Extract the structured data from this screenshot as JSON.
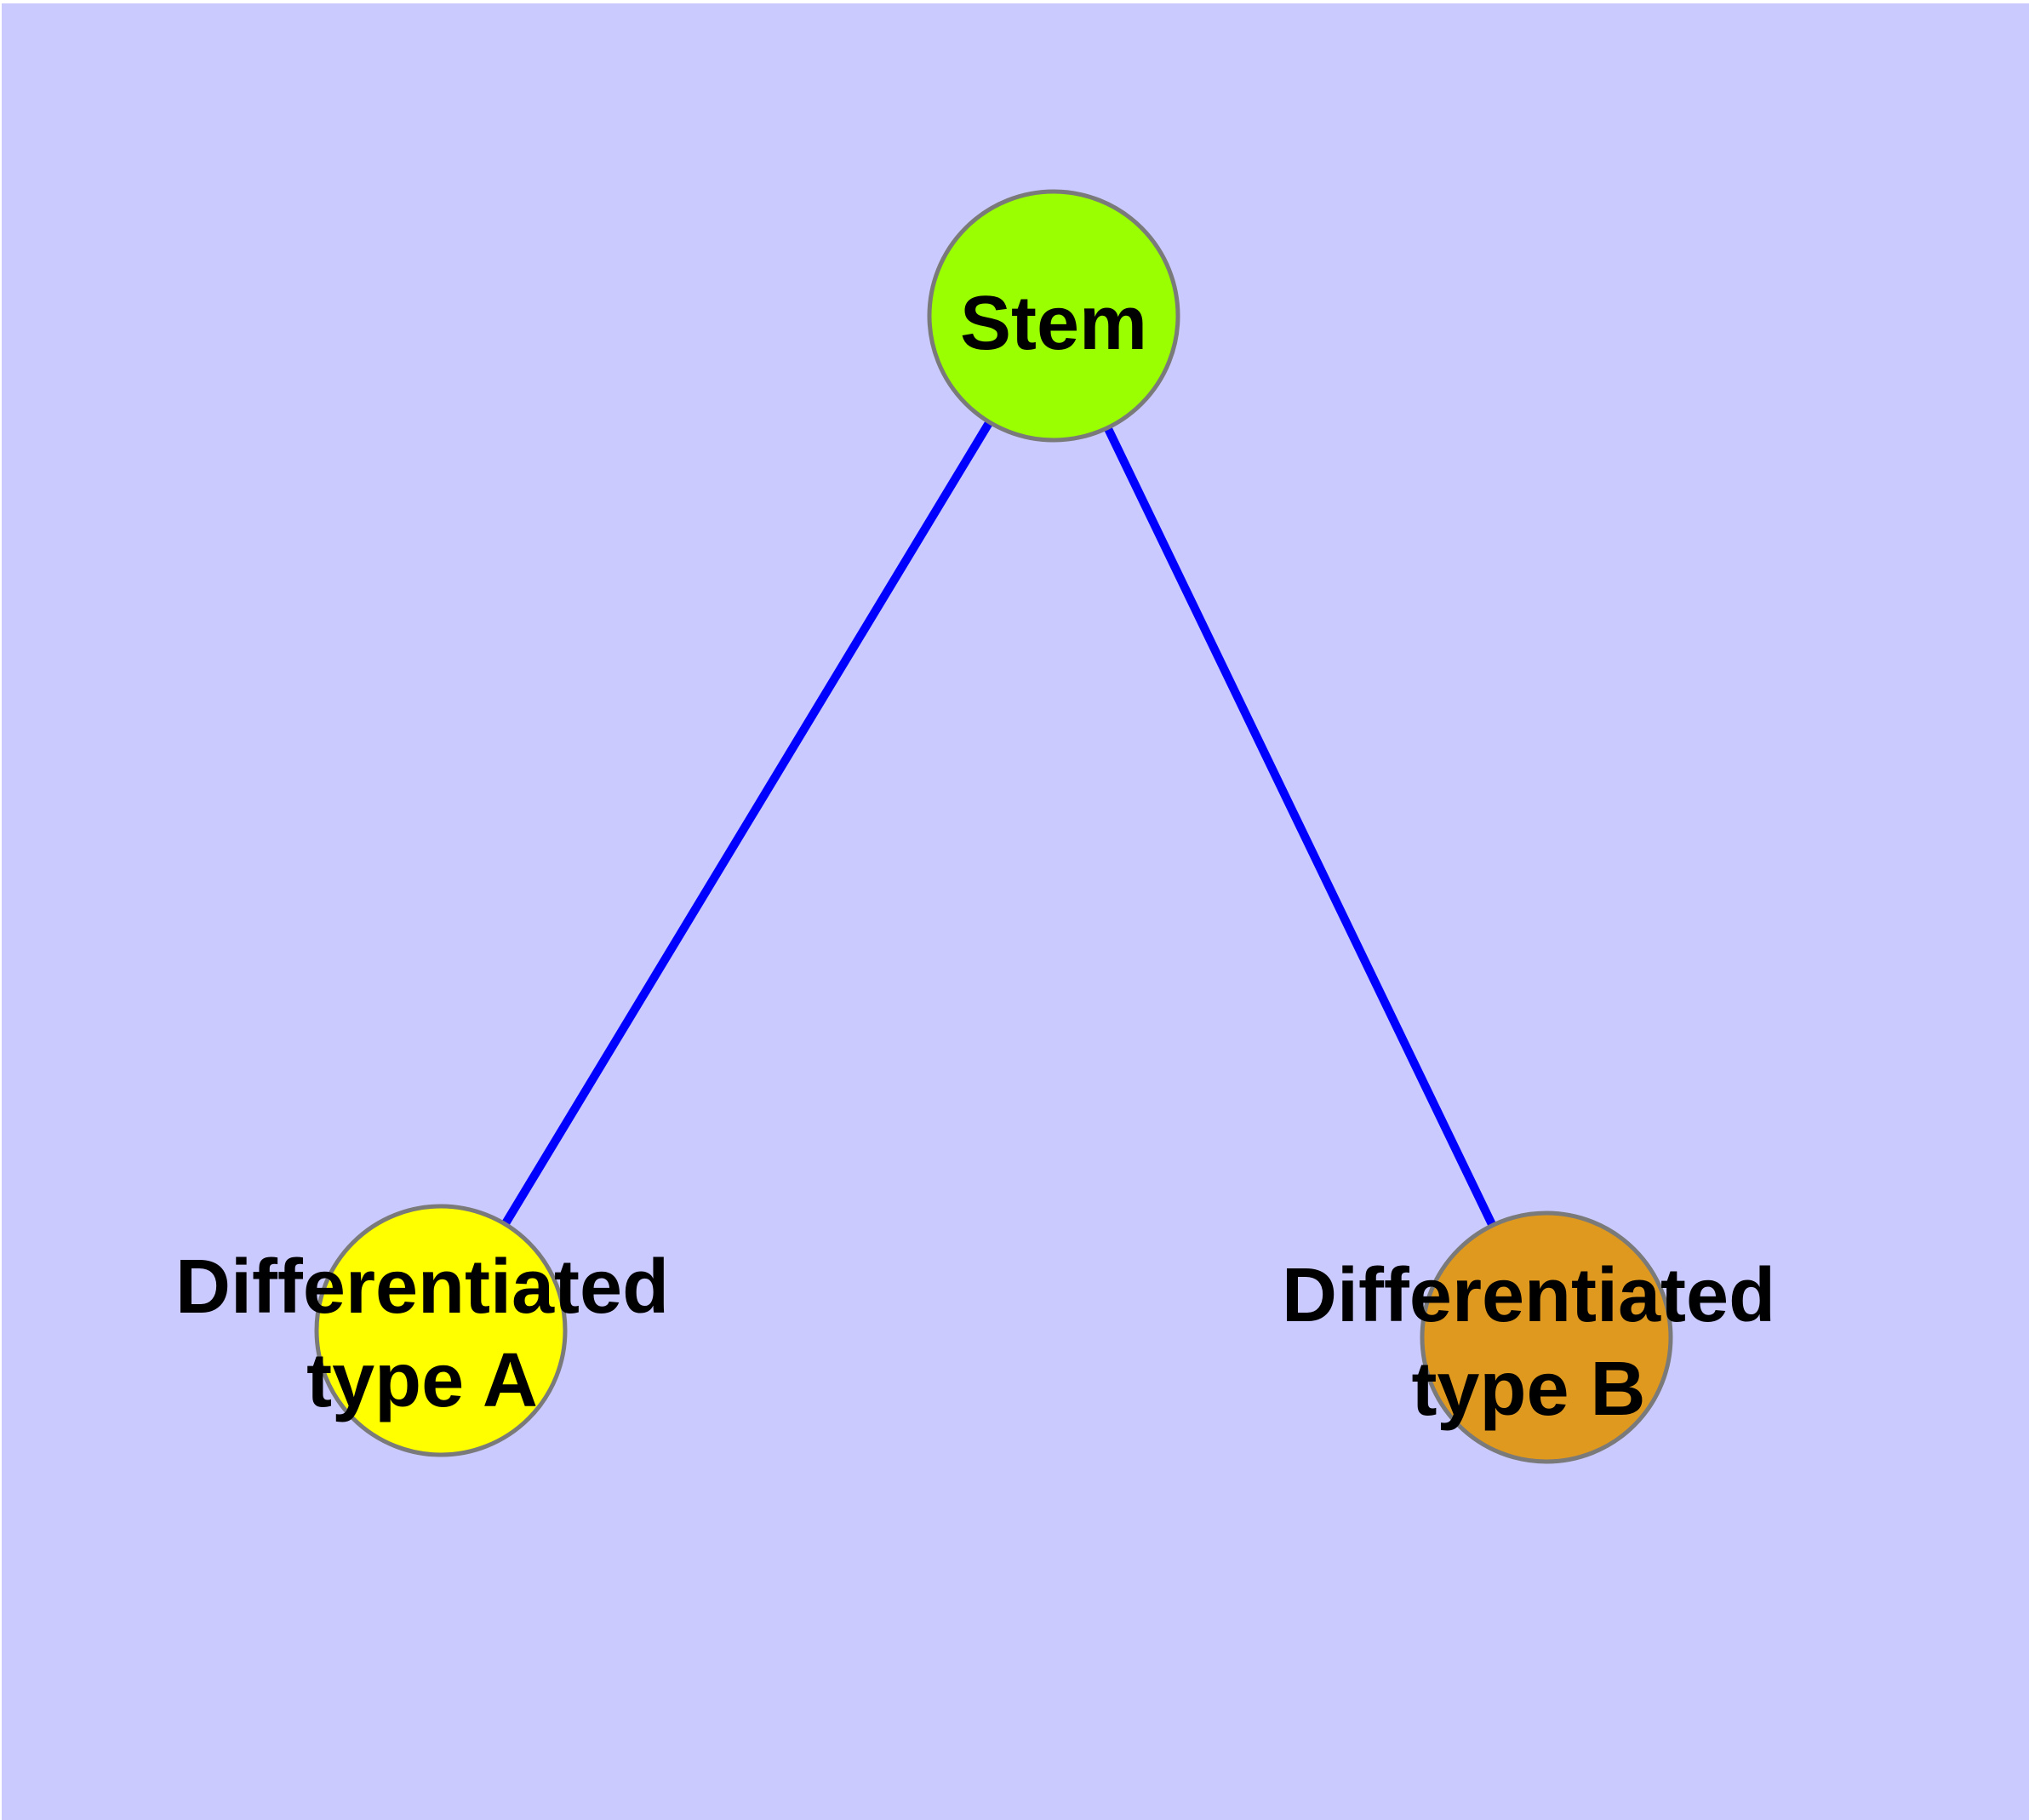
{
  "diagram": {
    "background_color": "#cacafe",
    "edge_color": "#0000ff",
    "edge_width": "10",
    "node_border_color": "#7a7a7a",
    "node_border_width": "5",
    "text_color": "#000000",
    "nodes": {
      "stem": {
        "label": "Stem",
        "fill": "#9aff00"
      },
      "type_a": {
        "label_line1": "Differentiated",
        "label_line2": "type A",
        "fill": "#ffff00"
      },
      "type_b": {
        "label_line1": "Differentiated",
        "label_line2": "type B",
        "fill": "#e0991f"
      }
    },
    "edges": [
      {
        "from": "Stem",
        "to": "Differentiated type A"
      },
      {
        "from": "Stem",
        "to": "Differentiated type B"
      }
    ]
  }
}
